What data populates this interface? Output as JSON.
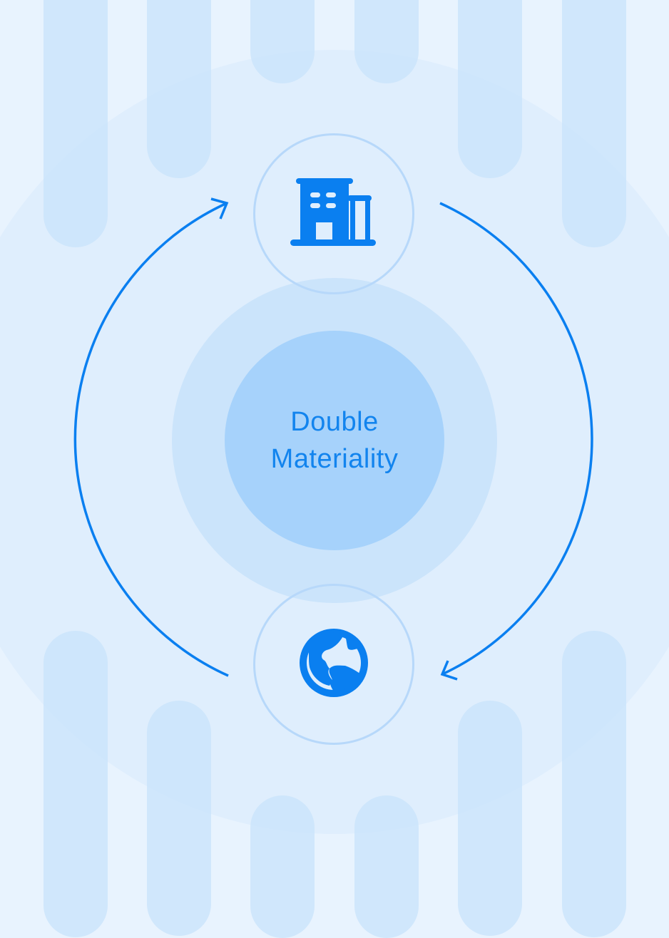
{
  "diagram": {
    "title_line1": "Double",
    "title_line2": "Materiality",
    "nodes": [
      {
        "id": "company",
        "icon": "building-icon",
        "position": "top"
      },
      {
        "id": "environment",
        "icon": "globe-icon",
        "position": "bottom"
      }
    ],
    "arrows": [
      {
        "from": "environment",
        "to": "company",
        "side": "left",
        "direction": "up"
      },
      {
        "from": "company",
        "to": "environment",
        "side": "right",
        "direction": "down"
      }
    ]
  },
  "colors": {
    "background": "#e8f3fe",
    "accent": "#0a7ff0",
    "inner_circle": "#a6d2fb",
    "outer_circle": "#cbe4fb",
    "node_ring": "#b7d8fa",
    "pill": "#c9e3fb",
    "label": "#1284ee"
  }
}
